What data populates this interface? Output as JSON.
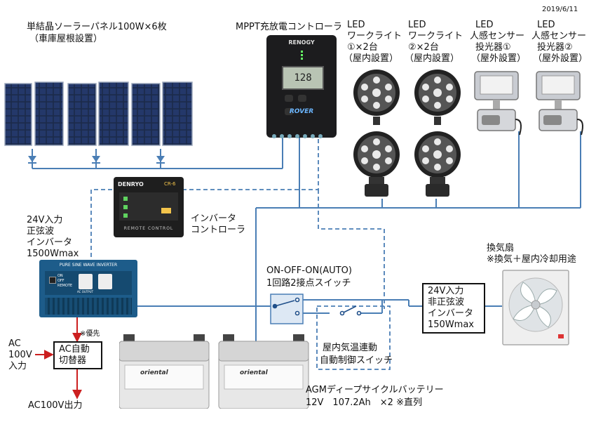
{
  "date": "2019/6/11",
  "solar": {
    "label": "単結晶ソーラーパネル100W×6枚",
    "sublabel": "（車庫屋根設置）"
  },
  "mppt": {
    "label": "MPPT充放電コントローラ",
    "brand": "RENOGY",
    "display": "128",
    "model": "ROVER"
  },
  "led_work_1": {
    "l1": "LED",
    "l2": "ワークライト",
    "l3": "①×2台",
    "l4": "（屋内設置）"
  },
  "led_work_2": {
    "l1": "LED",
    "l2": "ワークライト",
    "l3": "②×2台",
    "l4": "（屋内設置）"
  },
  "sensor_1": {
    "l1": "LED",
    "l2": "人感センサー",
    "l3": "投光器①",
    "l4": "（屋外設置）"
  },
  "sensor_2": {
    "l1": "LED",
    "l2": "人感センサー",
    "l3": "投光器②",
    "l4": "（屋外設置）"
  },
  "inverter_ctrl": {
    "label1": "インバータ",
    "label2": "コントローラ",
    "brand": "DENRYO",
    "model": "CR-6",
    "panel": "REMOTE CONTROL"
  },
  "inverter_main": {
    "l1": "24V入力",
    "l2": "正弦波",
    "l3": "インバータ",
    "l4": "1500Wmax",
    "panel": "PURE SINE WAVE INVERTER",
    "ac_output": "AC OUTPUT",
    "switch_on": "ON",
    "switch_off": "OFF",
    "switch_remote": "REMOTE"
  },
  "fan": {
    "l1": "換気扇",
    "l2": "※換気＋屋内冷却用途"
  },
  "switch": {
    "l1": "ON-OFF-ON(AUTO)",
    "l2": "1回路2接点スイッチ"
  },
  "inverter_small": {
    "l1": "24V入力",
    "l2": "非正弦波",
    "l3": "インバータ",
    "l4": "150Wmax"
  },
  "thermo_switch": {
    "l1": "屋内気温連動",
    "l2": "自動制御スイッチ"
  },
  "battery": {
    "l1": "AGMディープサイクルバッテリー",
    "l2": "12V　107.2Ah　×2 ※直列",
    "brand": "oriental"
  },
  "ac_input": {
    "l1": "AC",
    "l2": "100V",
    "l3": "入力"
  },
  "ac_switcher": {
    "l1": "AC自動",
    "l2": "切替器",
    "priority": "※優先"
  },
  "ac_output": {
    "label": "AC100V出力"
  },
  "colors": {
    "wire_blue": "#4a7eb5",
    "wire_red": "#cc1f1f"
  }
}
